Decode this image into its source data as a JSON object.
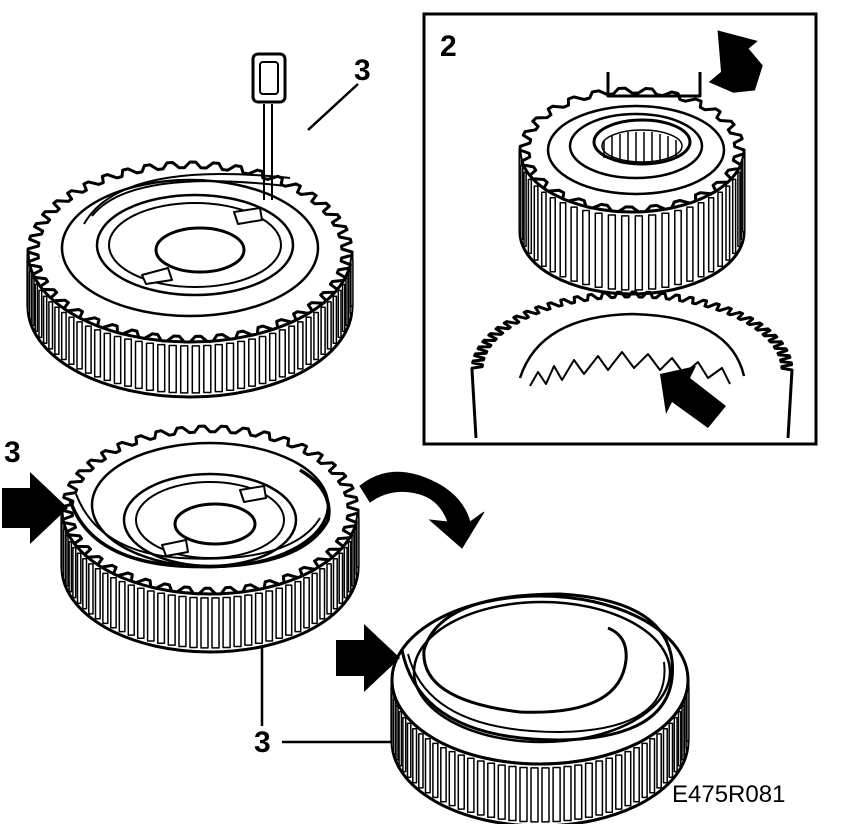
{
  "callouts": {
    "top_gear": "3",
    "inset": "2",
    "middle_gear": "3",
    "bottom_gear": "3"
  },
  "figure_code": "E475R081",
  "colors": {
    "ink": "#000000",
    "paper": "#ffffff"
  }
}
